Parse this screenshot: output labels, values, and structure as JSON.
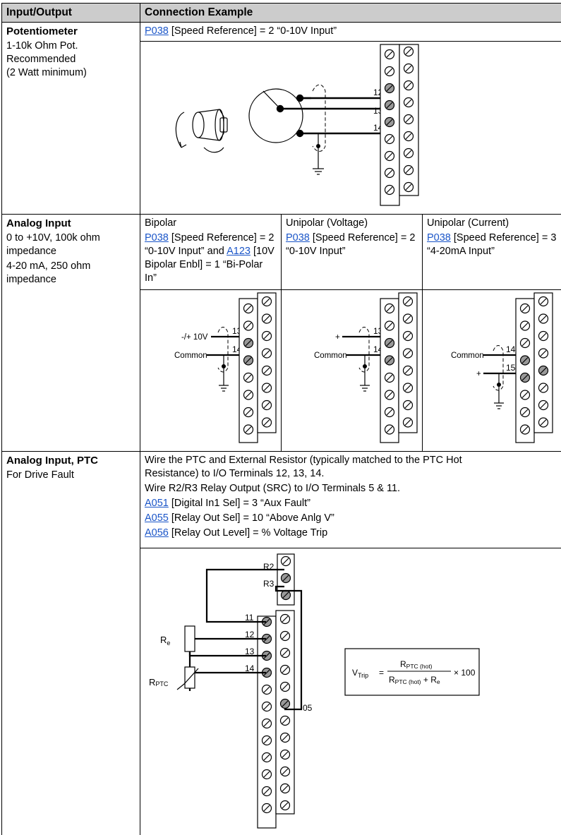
{
  "header": {
    "col1": "Input/Output",
    "col2": "Connection Example"
  },
  "potentiometer": {
    "title": "Potentiometer",
    "desc": [
      "1-10k Ohm Pot.",
      "Recommended",
      "(2 Watt minimum)"
    ],
    "param_code": "P038",
    "param_text": " [Speed Reference] = 2 “0-10V Input”",
    "terminals": [
      "12",
      "13",
      "14"
    ]
  },
  "analog_input": {
    "title": "Analog Input",
    "desc1": "0 to +10V, 100k ohm impedance",
    "desc2": "4-20 mA, 250 ohm impedance",
    "bipolar": {
      "title": "Bipolar",
      "code1": "P038",
      "text1": " [Speed Reference] = 2 “0-10V Input” and ",
      "code2": "A123",
      "text2": " [10V Bipolar Enbl] = 1 “Bi-Polar In”",
      "labels": [
        "-/+ 10V",
        "Common"
      ],
      "terminals": [
        "13",
        "14"
      ]
    },
    "unipolar_voltage": {
      "title": "Unipolar (Voltage)",
      "code": "P038",
      "text": " [Speed Reference] = 2 “0-10V Input”",
      "labels": [
        "+",
        "Common"
      ],
      "terminals": [
        "13",
        "14"
      ]
    },
    "unipolar_current": {
      "title": "Unipolar (Current)",
      "code": "P038",
      "text": " [Speed Reference] = 3 “4-20mA Input”",
      "labels": [
        "Common",
        "+"
      ],
      "terminals": [
        "14",
        "15"
      ]
    }
  },
  "ptc": {
    "title": "Analog Input, PTC",
    "desc": "For Drive Fault",
    "line1": "Wire the PTC and External Resistor (typically matched to the PTC Hot Resistance) to I/O Terminals 12, 13, 14.",
    "line2": "Wire R2/R3 Relay Output (SRC) to I/O Terminals 5 & 11.",
    "params": [
      {
        "code": "A051",
        "text": " [Digital In1 Sel] = 3 “Aux Fault”"
      },
      {
        "code": "A055",
        "text": " [Relay Out Sel] = 10 “Above Anlg V”"
      },
      {
        "code": "A056",
        "text": " [Relay Out Level] = % Voltage Trip"
      }
    ],
    "relay_labels": [
      "R2",
      "R3"
    ],
    "terminals": [
      "11",
      "12",
      "13",
      "14"
    ],
    "terminal_05": "05",
    "re_label": "R",
    "re_sub": "e",
    "rptc_label": "R",
    "rptc_sub": "PTC",
    "formula": {
      "v": "V",
      "v_sub": "Trip",
      "eq": "=",
      "num": "R",
      "num_sub": "PTC (hot)",
      "den": "R",
      "den_sub": "PTC (hot)",
      "plus": " + R",
      "plus_sub": "e",
      "times": "× 100"
    }
  }
}
